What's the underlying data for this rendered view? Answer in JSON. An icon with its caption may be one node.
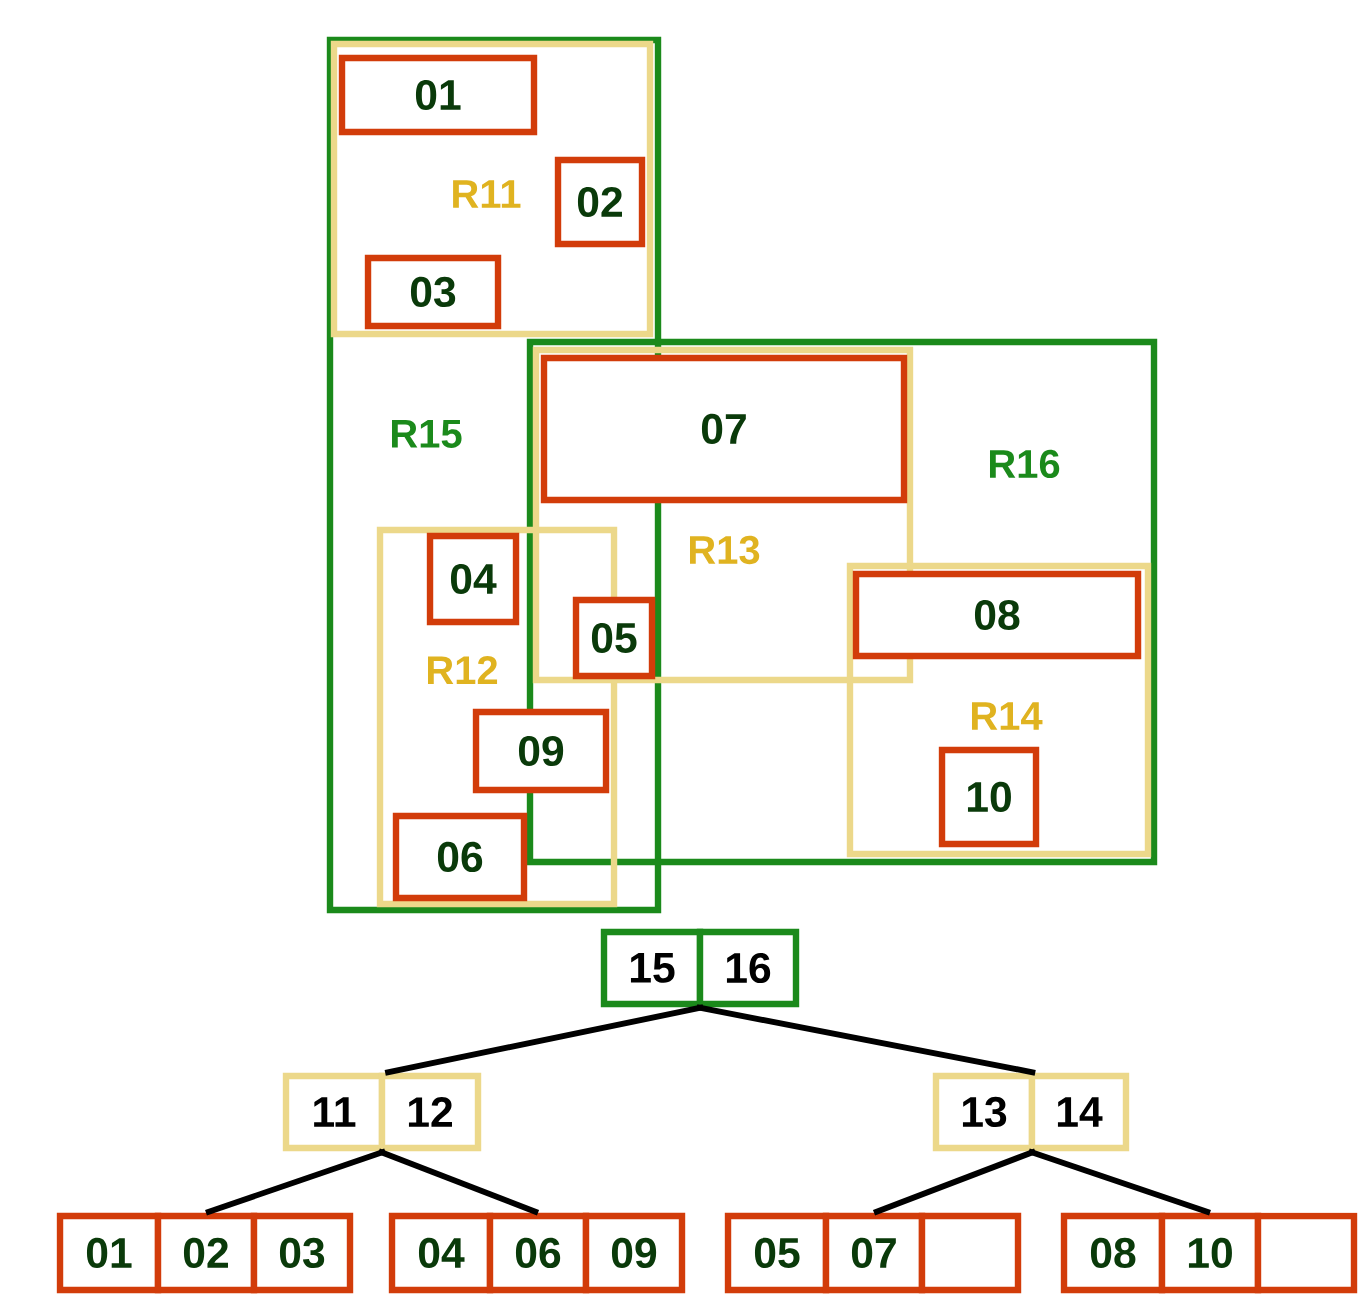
{
  "diagram": {
    "nodes": [
      {
        "text": [
          "R15"
        ]
      },
      {
        "text": [
          "R11"
        ],
        "in": 0
      },
      {
        "text": [
          "01"
        ],
        "in": 1
      },
      {
        "text": [
          "02"
        ],
        "in": 1
      },
      {
        "text": [
          "03"
        ],
        "in": 1
      },
      {
        "text": [
          "R16"
        ]
      },
      {
        "text": [
          "R13"
        ],
        "in": 5
      },
      {
        "text": [
          "07"
        ],
        "in": 6
      },
      {
        "text": [
          "R12"
        ],
        "in": 0
      },
      {
        "text": [
          "04"
        ],
        "in": 8
      },
      {
        "text": [
          "05"
        ]
      },
      {
        "text": [
          "09"
        ],
        "in": 8
      },
      {
        "text": [
          "06"
        ],
        "in": 8
      },
      {
        "text": [
          "R14"
        ],
        "in": 5
      },
      {
        "text": [
          "08"
        ],
        "in": 13
      },
      {
        "text": [
          "10"
        ],
        "in": 13
      },
      {
        "text": [
          "15"
        ]
      },
      {
        "text": [
          "16"
        ]
      },
      {
        "text": [
          "11"
        ]
      },
      {
        "text": [
          "12"
        ]
      },
      {
        "text": [
          "13"
        ]
      },
      {
        "text": [
          "14"
        ]
      },
      {
        "text": [
          "01"
        ]
      },
      {
        "text": [
          "02"
        ]
      },
      {
        "text": [
          "03"
        ]
      },
      {
        "text": [
          "04"
        ]
      },
      {
        "text": [
          "06"
        ]
      },
      {
        "text": [
          "09"
        ]
      },
      {
        "text": [
          "05"
        ]
      },
      {
        "text": [
          "07"
        ]
      },
      {
        "text": [],
        "shape": "box"
      },
      {
        "text": [
          "08"
        ]
      },
      {
        "text": [
          "10"
        ]
      },
      {
        "text": [],
        "shape": "box"
      }
    ],
    "edges": [
      {
        "from": 16,
        "to": 18,
        "arrow": "none"
      },
      {
        "from": 17,
        "to": 20,
        "arrow": "none"
      },
      {
        "from": 18,
        "to": 23,
        "arrow": "none"
      },
      {
        "from": 19,
        "to": 26,
        "arrow": "none"
      },
      {
        "from": 20,
        "to": 29,
        "arrow": "none"
      },
      {
        "from": 21,
        "to": 32,
        "arrow": "none"
      }
    ]
  }
}
